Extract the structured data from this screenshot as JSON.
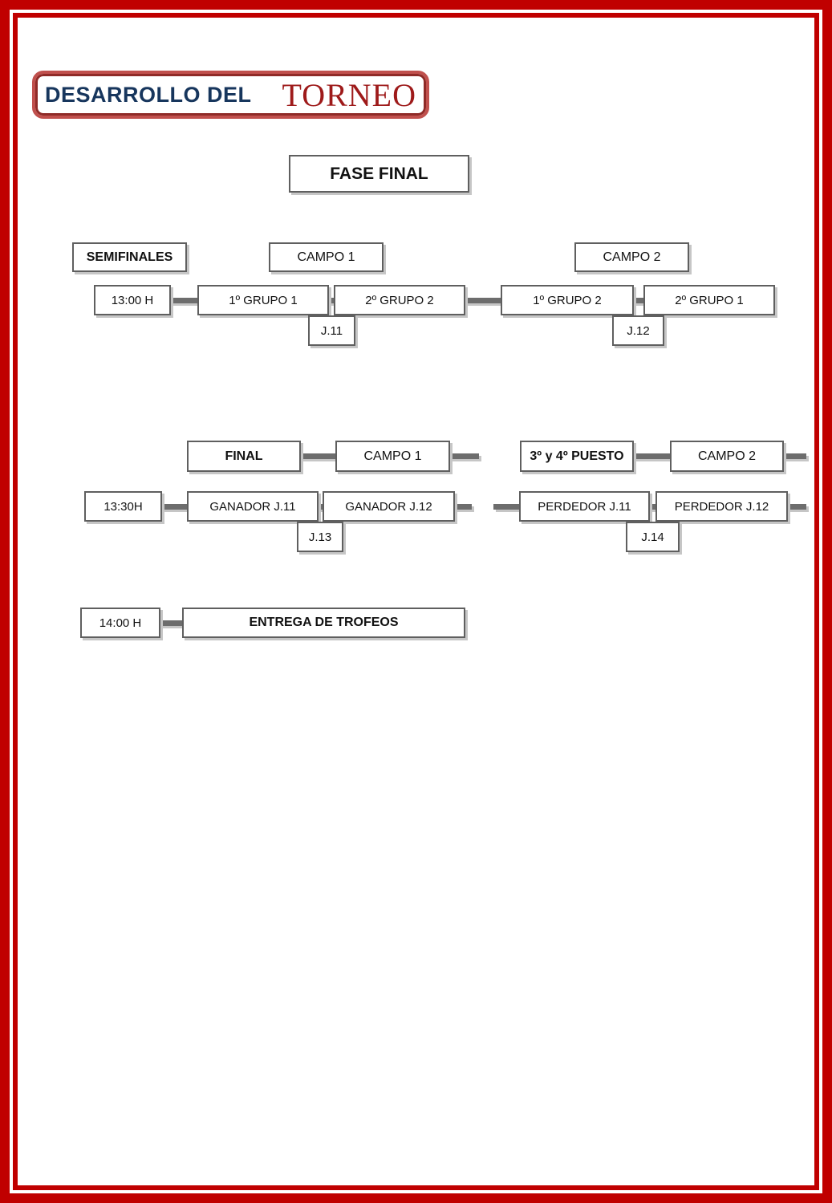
{
  "title": {
    "left": "DESARROLLO DEL",
    "right": "TORNEO"
  },
  "stage_title": "FASE FINAL",
  "semifinals": {
    "header": "SEMIFINALES",
    "field_1": "CAMPO 1",
    "field_2": "CAMPO 2",
    "time": "13:00 H",
    "match_1": {
      "team_a": "1º GRUPO 1",
      "team_b": "2º GRUPO 2",
      "game": "J.11"
    },
    "match_2": {
      "team_a": "1º GRUPO 2",
      "team_b": "2º GRUPO 1",
      "game": "J.12"
    }
  },
  "final": {
    "header": "FINAL",
    "field": "CAMPO 1",
    "time": "13:30H",
    "match": {
      "team_a": "GANADOR J.11",
      "team_b": "GANADOR J.12",
      "game": "J.13"
    }
  },
  "third_place": {
    "header": "3º y 4º PUESTO",
    "field": "CAMPO 2",
    "match": {
      "team_a": "PERDEDOR J.11",
      "team_b": "PERDEDOR J.12",
      "game": "J.14"
    }
  },
  "trophy": {
    "time": "14:00 H",
    "label": "ENTREGA DE TROFEOS"
  },
  "colors": {
    "page_border": "#c00000",
    "title_blue": "#17365d",
    "title_red": "#9e1a1a",
    "title_box_border": "#c0504d",
    "box_border": "#5f5f5f",
    "connector": "#6d6d6d",
    "shadow": "#c6c6c6"
  }
}
